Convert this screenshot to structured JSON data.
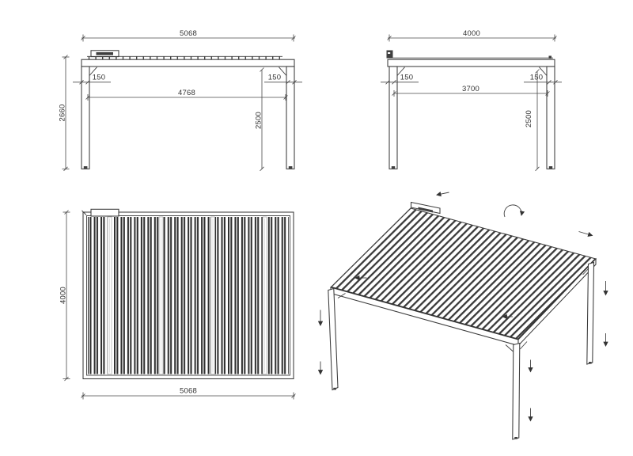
{
  "page": {
    "background_color": "#ffffff",
    "line_color": "#3f3f3f",
    "text_color": "#333333"
  },
  "icons": {
    "motor_unit": "rect-box-on-beam",
    "rotation_arrow": "clockwise-arc-arrow",
    "slide_arrow": "straight-arrow",
    "down_arrow": "vertical-arrow-down"
  },
  "views": {
    "front_elevation": {
      "dim_width_overall": "5068",
      "dim_inset_left": "150",
      "dim_inset_right": "150",
      "dim_span_inner": "4768",
      "dim_height_overall": "2660",
      "dim_height_clear": "2500"
    },
    "side_elevation": {
      "dim_depth_overall": "4000",
      "dim_inset_left": "150",
      "dim_inset_right": "150",
      "dim_span_inner": "3700",
      "dim_height_clear": "2500"
    },
    "plan": {
      "dim_depth": "4000",
      "dim_width": "5068"
    }
  }
}
